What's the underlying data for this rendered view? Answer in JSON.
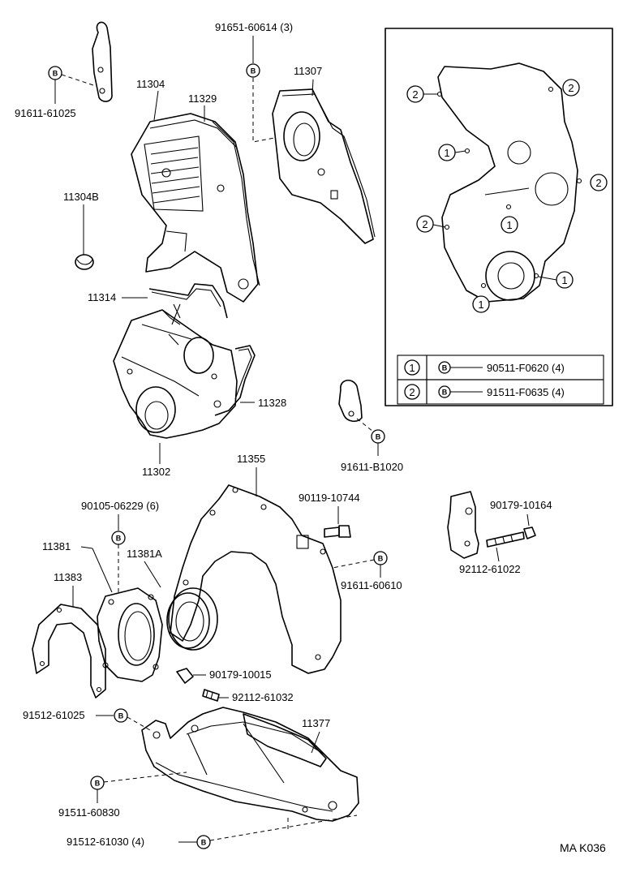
{
  "labels": {
    "p91651_60614": "91651-60614 (3)",
    "p91611_61025": "91611-61025",
    "p11307": "11307",
    "p11304": "11304",
    "p11329": "11329",
    "p11304B": "11304B",
    "p11314": "11314",
    "p11328": "11328",
    "p11302": "11302",
    "p91611_B1020": "91611-B1020",
    "p11355": "11355",
    "p90119_10744": "90119-10744",
    "p90105_06229": "90105-06229 (6)",
    "p11381": "11381",
    "p11381A": "11381A",
    "p11383": "11383",
    "p91611_60610": "91611-60610",
    "p90179_10164": "90179-10164",
    "p92112_61022": "92112-61022",
    "p90179_10015": "90179-10015",
    "p92112_61032": "92112-61032",
    "p91512_61025": "91512-61025",
    "p11377": "11377",
    "p91511_60830": "91511-60830",
    "p91512_61030": "91512-61030 (4)",
    "ref_code": "MA K036"
  },
  "bolt_tag": "B",
  "callouts": {
    "one": "1",
    "two": "2"
  },
  "legend": {
    "row1_num": "1",
    "row1_tag": "B",
    "row1_part": "90511-F0620 (4)",
    "row2_num": "2",
    "row2_tag": "B",
    "row2_part": "91511-F0635 (4)"
  }
}
